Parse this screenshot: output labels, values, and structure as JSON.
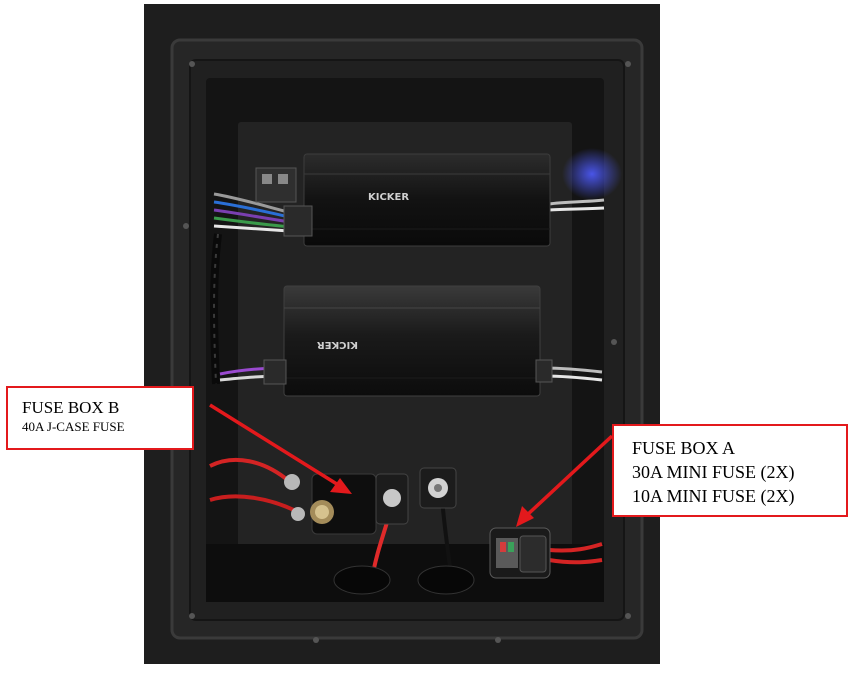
{
  "photo": {
    "amp_top": {
      "brand_label": "KICKER"
    },
    "amp_bottom": {
      "brand_label": "KICKER"
    }
  },
  "callout_b": {
    "title": "FUSE BOX B",
    "line1": "40A J-CASE FUSE"
  },
  "callout_a": {
    "title": "FUSE BOX A",
    "line1": "30A MINI FUSE (2X)",
    "line2": "10A MINI FUSE (2X)"
  },
  "colors": {
    "callout_border": "#e3191c",
    "arrow": "#e3191c"
  }
}
